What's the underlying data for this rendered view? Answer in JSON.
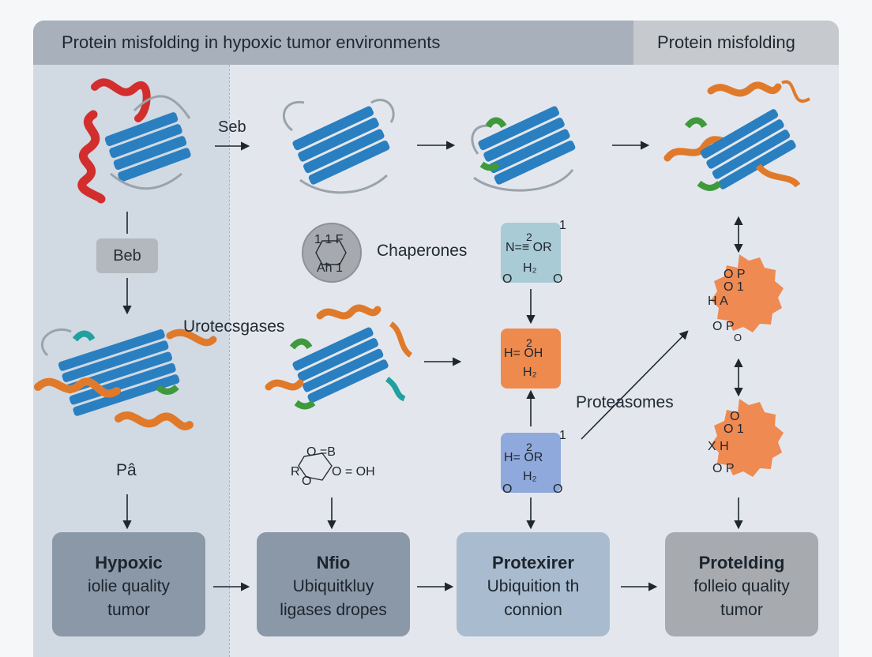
{
  "header": {
    "main_title": "Protein misfolding in hypoxic tumor environments",
    "right_title": "Protein misfolding"
  },
  "labels": {
    "seb": "Seb",
    "beb": "Beb",
    "urotecsgases": "Urotecsgases",
    "pa": "Pâ",
    "chaperones": "Chaperones",
    "proteasomes": "Proteasomes"
  },
  "chem": {
    "circle_top": "1  1  F",
    "circle_bottom": "Aħ  1",
    "ring_top": "O  =B",
    "ring_bottom": "O = OH",
    "ring_left": "R",
    "ring_lower": "O",
    "sq1_num": "1",
    "sq1_line1": "2",
    "sq1_line2": "N=≡ OR",
    "sq1_line3": "H₂",
    "sq1_o": "O",
    "sq2_line1": "2",
    "sq2_line2": "H= OH",
    "sq2_line3": "H₂",
    "sq3_num": "1",
    "sq3_line1": "2",
    "sq3_line2": "H= OR",
    "sq3_line3": "H₂",
    "sq3_o": "O",
    "blob1_a": "O  P",
    "blob1_b": "O   1",
    "blob1_c": "H        A",
    "blob1_d": "O       P",
    "blob1_e": "O",
    "blob2_a": "O",
    "blob2_b": "O   1",
    "blob2_c": "X        H",
    "blob2_d": "O       P"
  },
  "boxes": [
    {
      "title": "Hypoxic",
      "line1": "iolie quality",
      "line2": "tumor"
    },
    {
      "title": "Nfio",
      "line1": "Ubiquitkluy",
      "line2": "ligases dropes"
    },
    {
      "title": "Protexirer",
      "line1": "Ubiquition th",
      "line2": "connion"
    },
    {
      "title": "Protelding",
      "line1": "folleio quality",
      "line2": "tumor"
    }
  ],
  "colors": {
    "helix_red": "#d22e2e",
    "strand_blue": "#2a7fc0",
    "helix_orange": "#e07a2a",
    "helix_green": "#3e9a3a",
    "box_dark": "#8b98a8",
    "box_light": "#a9bccf",
    "box_grey": "#a7abb0",
    "orange_square": "#ee8a4e",
    "teal_square": "#a9cbd5",
    "blue_square": "#8fa9dc",
    "blob_orange": "#ee8a52"
  }
}
